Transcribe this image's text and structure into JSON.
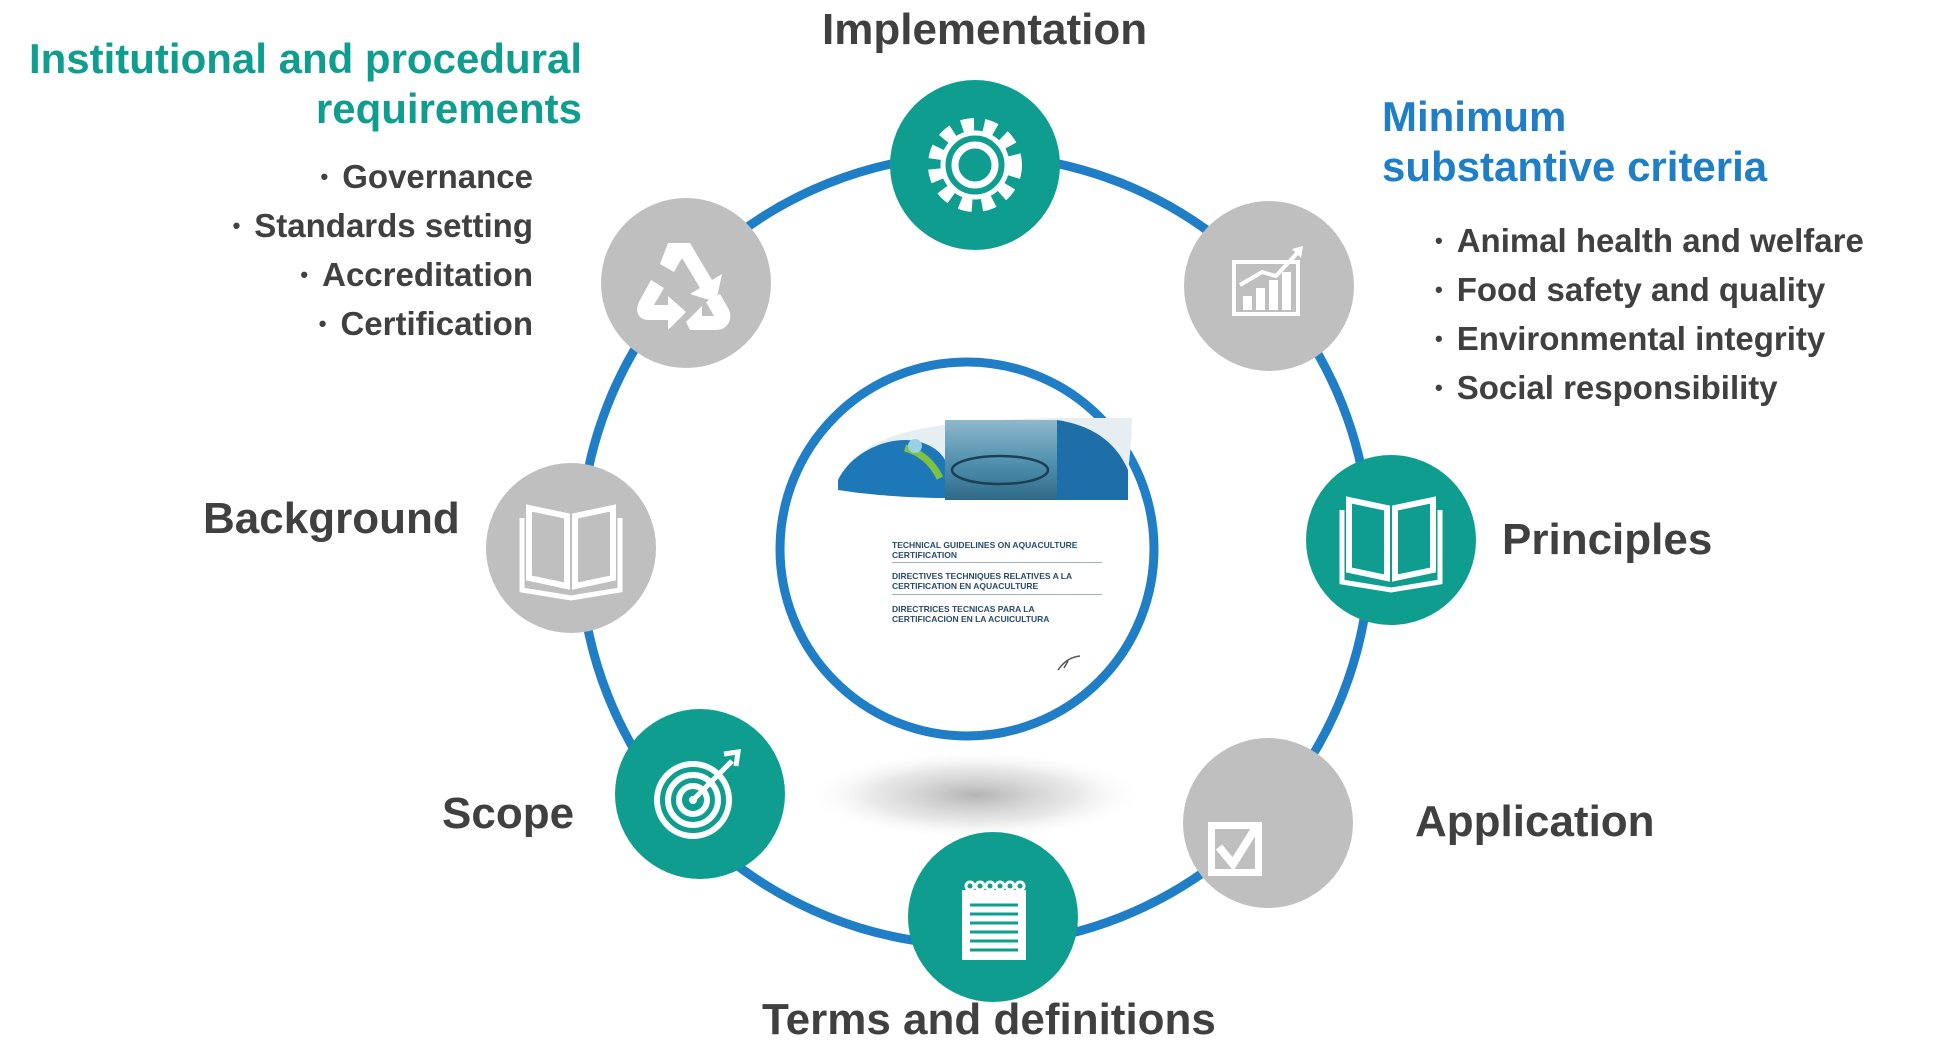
{
  "colors": {
    "teal": "#0f9d8f",
    "blue": "#1f7ec6",
    "grey": "#bfbfbf",
    "text": "#404040"
  },
  "institutional": {
    "heading": "Institutional and procedural requirements",
    "items": [
      "Governance",
      "Standards setting",
      "Accreditation",
      "Certification"
    ]
  },
  "minimum": {
    "heading": "Minimum substantive criteria",
    "items": [
      "Animal health and welfare",
      "Food safety and quality",
      "Environmental integrity",
      "Social responsibility"
    ]
  },
  "sections": {
    "implementation": "Implementation",
    "principles": "Principles",
    "application": "Application",
    "terms": "Terms and definitions",
    "scope": "Scope",
    "background": "Background"
  },
  "icons": {
    "implementation": "gear-icon",
    "minimum": "bar-chart-icon",
    "principles": "open-book-icon",
    "application": "checkbox-icon",
    "terms": "notepad-icon",
    "scope": "target-icon",
    "background": "open-book-icon",
    "institutional": "recycle-icon"
  },
  "document": {
    "line1": "TECHNICAL GUIDELINES ON AQUACULTURE CERTIFICATION",
    "line2": "DIRECTIVES TECHNIQUES RELATIVES A LA CERTIFICATION EN AQUACULTURE",
    "line3": "DIRECTRICES TECNICAS PARA LA CERTIFICACION EN LA ACUICULTURA"
  }
}
